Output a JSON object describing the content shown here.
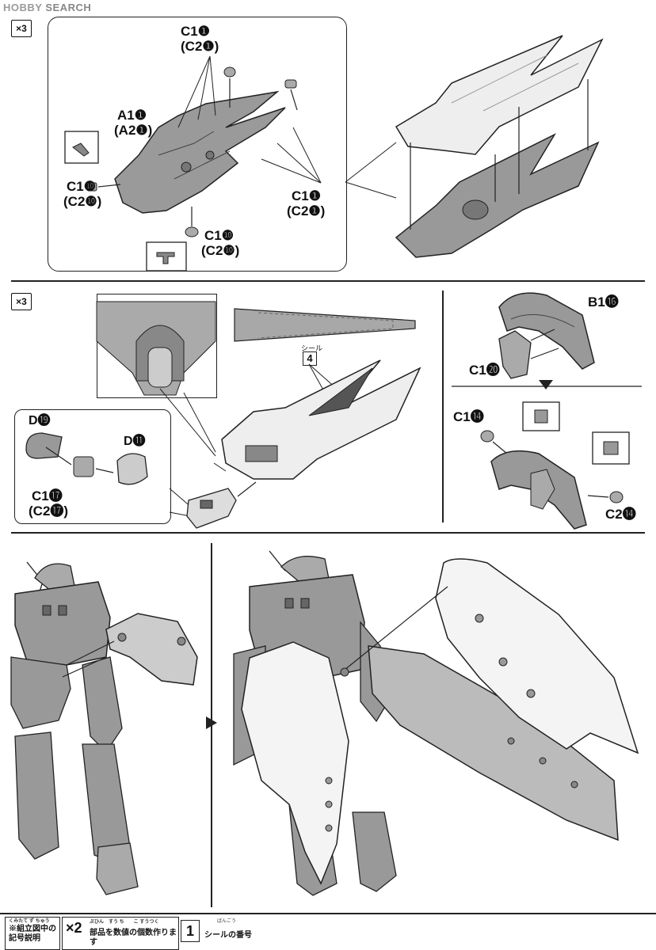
{
  "watermark": {
    "hobby": "HOBBY",
    "search": "SEARCH"
  },
  "step1": {
    "multiplier": "×3",
    "labels": {
      "c1_top": "C1❶",
      "c2_top": "(C2❶)",
      "a1": "A1❶",
      "a2": "(A2❶)",
      "c1_left": "C1❿",
      "c2_left": "(C2❿)",
      "c1_right": "C1❶",
      "c2_right": "(C2❶)",
      "c1_bottom": "C1❿",
      "c2_bottom": "(C2❿)"
    }
  },
  "step2": {
    "multiplier": "×3",
    "seal_tag": "シール",
    "seal_number": "4",
    "labels": {
      "d19": "D⓳",
      "d11": "D⓫",
      "c1": "C1⓱",
      "c2": "(C2⓱)"
    }
  },
  "step3": {
    "labels": {
      "b1": "B1⓰",
      "c1_20": "C1⓴",
      "c1_14": "C1⓮",
      "c2_14": "C2⓮"
    }
  },
  "footer": {
    "legend_ruby": "くみたて ず ちゅう",
    "legend_line1": "※組立図中の",
    "legend_line2": "記号説明",
    "count_mark": "×2",
    "count_ruby": "ぶひん　すう ち　　こ すうつく",
    "count_text": "部品を数値の個数作ります",
    "seal_mark": "1",
    "seal_ruby": "ばんごう",
    "seal_text": "シールの番号"
  }
}
